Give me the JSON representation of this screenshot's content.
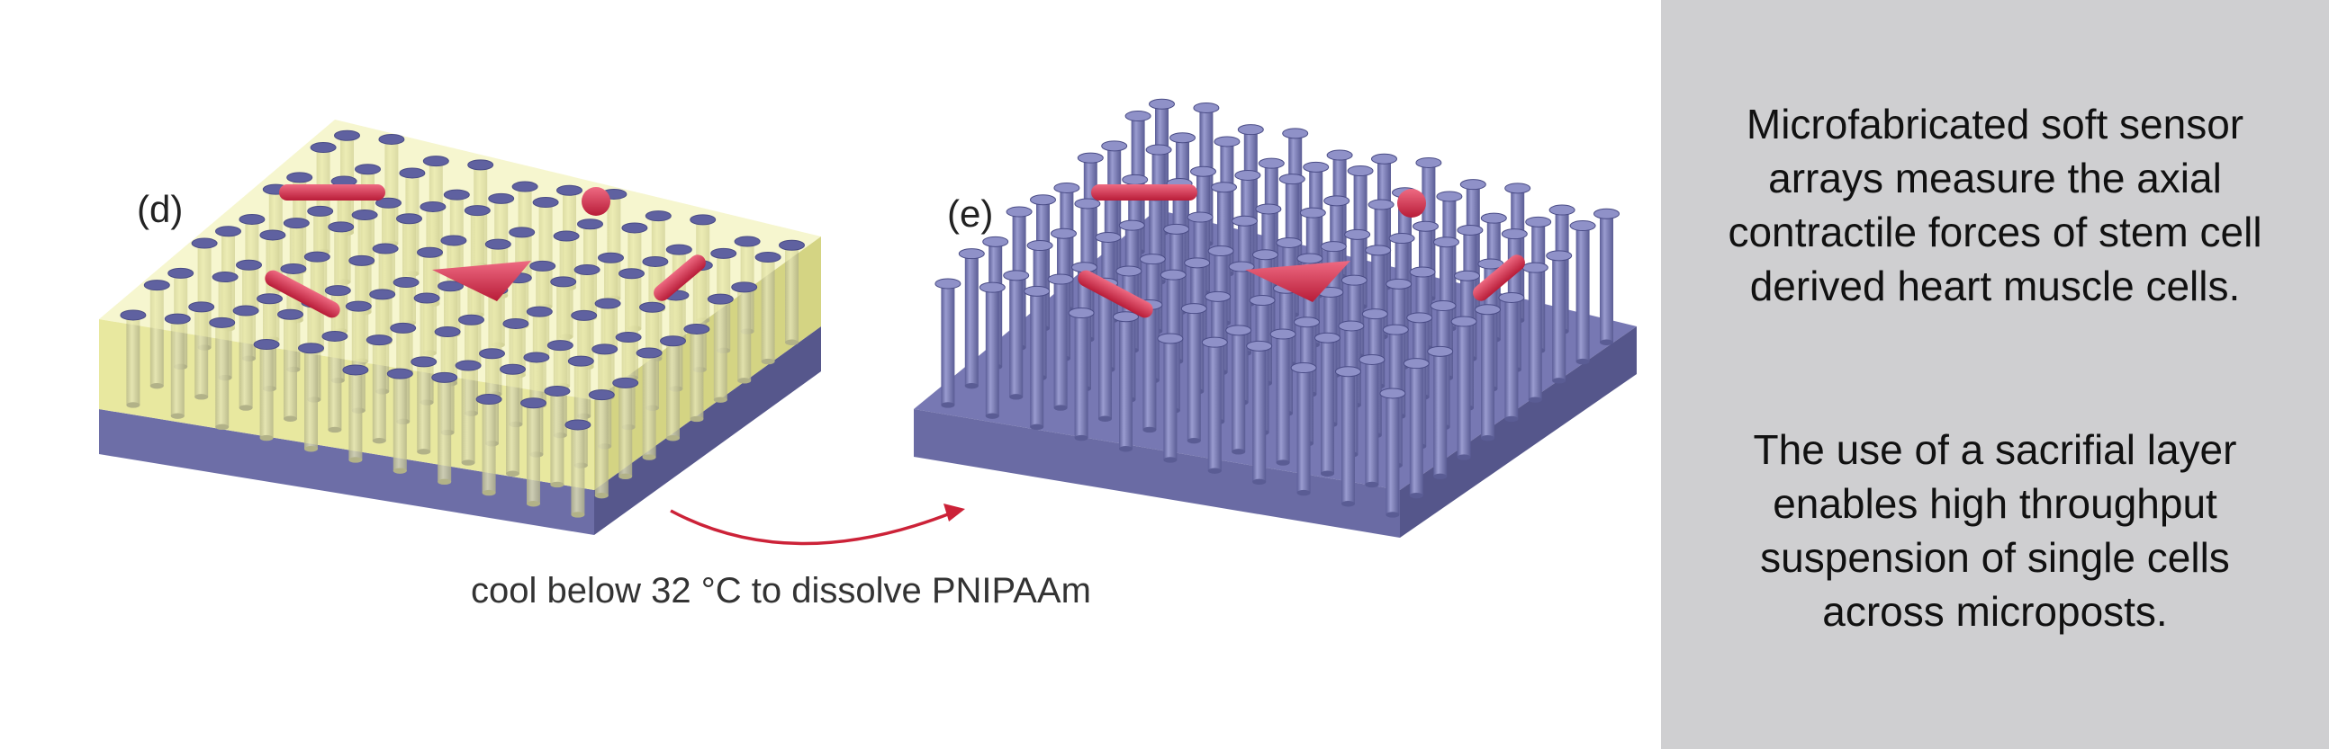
{
  "diagram": {
    "panel_d_label": "(d)",
    "panel_e_label": "(e)",
    "caption": "cool below 32 °C to dissolve PNIPAAm",
    "colors": {
      "substrate": "#6e6fa8",
      "post": "#7d7fb8",
      "gel": "#e6e68a",
      "cell": "#d42a48",
      "arrow": "#cc2238"
    }
  },
  "side_panel": {
    "text_1": "Microfabricated soft sensor\narrays measure the axial\ncontractile forces of stem cell\nderived heart muscle cells.",
    "text_2": "The use of a sacrifial layer\nenables high throughput\nsuspension of single cells\nacross microposts."
  }
}
